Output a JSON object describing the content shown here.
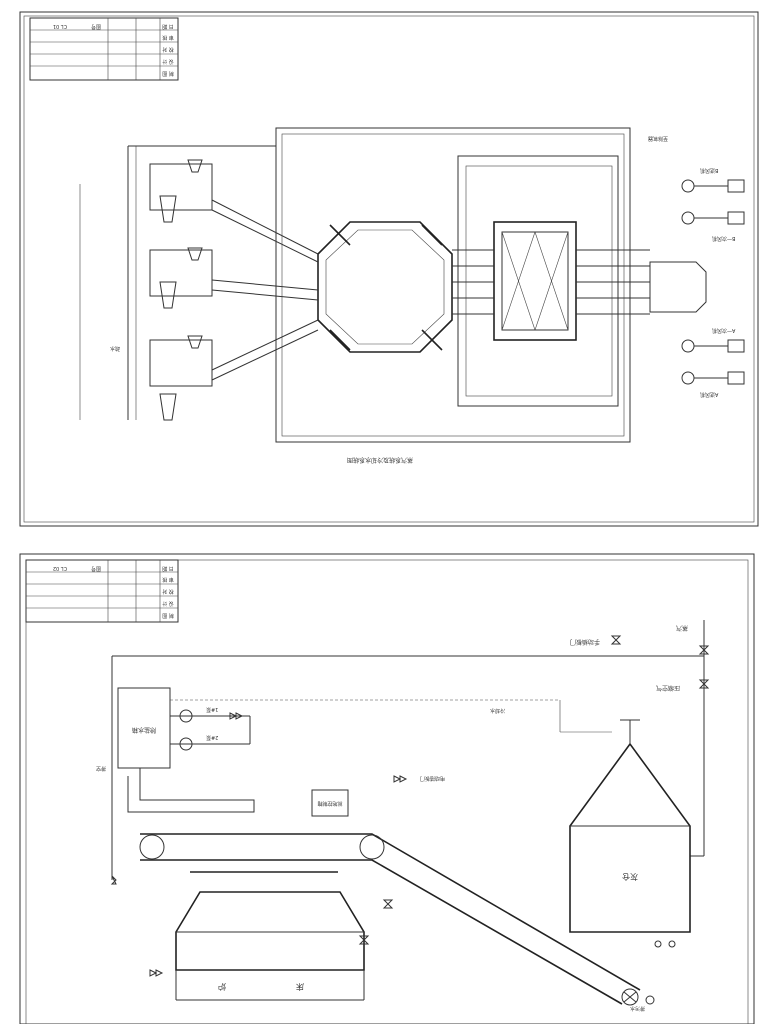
{
  "sheet1": {
    "title_block": {
      "rows": [
        [
          "日 期",
          "",
          "",
          ""
        ],
        [
          "审 核",
          "",
          "",
          ""
        ],
        [
          "校 对",
          "",
          "",
          ""
        ],
        [
          "设 计",
          "",
          "",
          ""
        ],
        [
          "制 图",
          "",
          "",
          ""
        ]
      ],
      "drawing_no": "CL 01",
      "sheet_label": "图号"
    },
    "caption": "蒸汽系统及冷却水系统图",
    "labels": {
      "a_fan": "A送风机",
      "b_fan": "B送风机",
      "a_line": "A一次风机",
      "b_line": "B一次风机",
      "steam_line": "至除氧器",
      "drain": "疏水"
    }
  },
  "sheet2": {
    "title_block": {
      "rows": [
        [
          "日 期",
          "",
          "",
          ""
        ],
        [
          "审 核",
          "",
          "",
          ""
        ],
        [
          "校 对",
          "",
          "",
          ""
        ],
        [
          "设 计",
          "",
          "",
          ""
        ],
        [
          "制 图",
          "",
          "",
          ""
        ]
      ],
      "drawing_no": "CL 02",
      "sheet_label": "图号"
    },
    "labels": {
      "tank": "除盐水箱",
      "pump_a": "1#泵",
      "pump_b": "2#泵",
      "furnace": "炉",
      "bed": "床",
      "silo": "灰仓",
      "gate1": "手动插板门",
      "gate2": "电动插板门",
      "steam": "蒸汽",
      "air": "压缩空气",
      "water": "冷却水",
      "drain_out": "排污水",
      "panel": "就地控制箱",
      "vent": "排空"
    }
  }
}
